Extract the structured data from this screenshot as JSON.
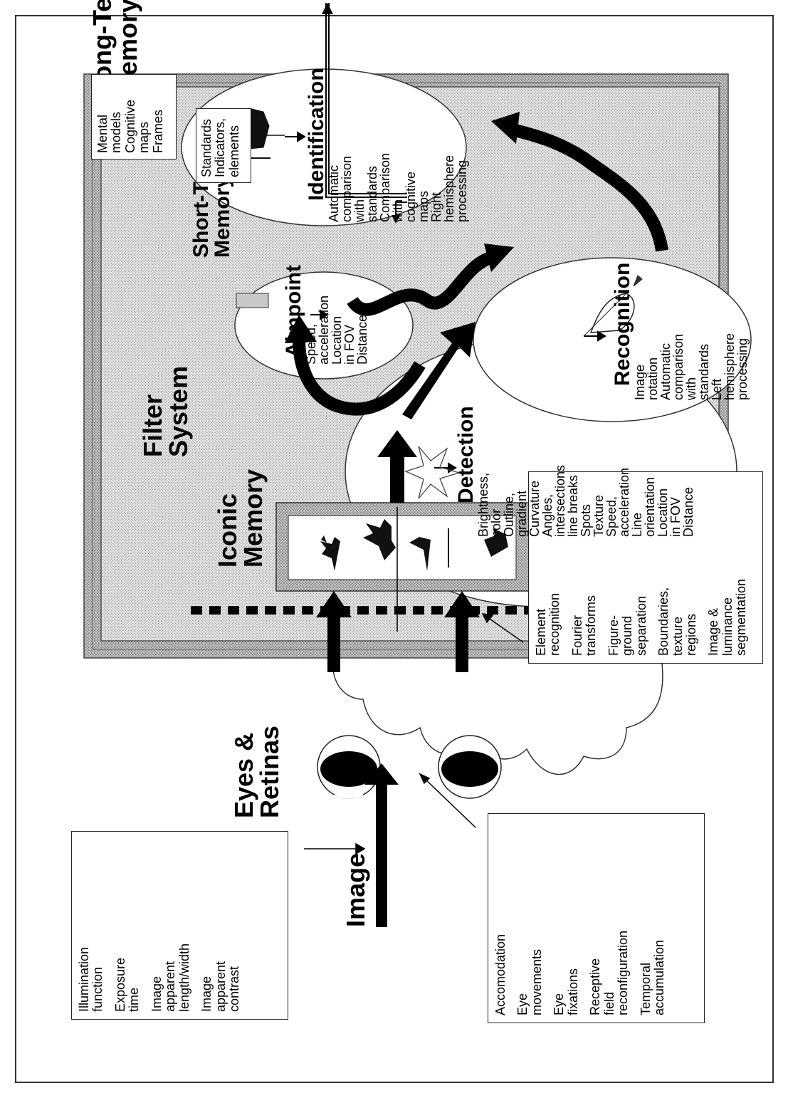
{
  "labels": {
    "image": "Image",
    "eyes_retinas": "Eyes &\nRetinas",
    "iconic_memory": "Iconic\nMemory",
    "filter_system": "Filter\nSystem",
    "short_term_memory": "Short-Term\nMemory",
    "long_term_memory": "Long-Term\nMemory"
  },
  "image_factors_box": [
    "Illumination\nfunction",
    "Exposure\ntime",
    "Image\napparent\nlength/width",
    "Image\napparent\ncontrast"
  ],
  "eye_factors_box": [
    "Accomodation",
    "Eye\nmovements",
    "Eye\nfixations",
    "Receptive\nfield\nreconfiguration",
    "Temporal\naccumulation"
  ],
  "filter_factors_box": [
    "Element\nrecognition",
    "Fourier\ntransforms",
    "Figure-\nground\nseparation",
    "Boundaries,\ntexture\nregions",
    "Image &\nluminance\nsegmentation"
  ],
  "mental_models_box": [
    "Mental",
    "models",
    "Cognitive",
    "maps",
    "Frames"
  ],
  "standards_box": [
    "Standards",
    "Indicators,",
    "elements"
  ],
  "detection": {
    "title": "Detection",
    "items": "Brightness,\ncolor\nOutline,\ngradient\nCurvature\nAngles,\nintersections\nline breaks\nSpots\nTexture\nSpeed,\nacceleration\nLine\norientation\nLocation\nin FOV\nDistance"
  },
  "aimpoint": {
    "title": "Aimpoint",
    "items": "Speed,\nacceleration\nLocation\nin FOV\nDistance"
  },
  "recognition": {
    "title": "Recognition",
    "items": "Image\nrotation\nAutomatic\ncomparison\nwith\nstandards\nLeft\nhemisphere\nprocessing"
  },
  "identification": {
    "title": "Identification",
    "items": "Automatic\ncomparison\nwith\nstandards\nComparison\nwith\ncognitive\nmaps\nRight\nhemisphere\nprocessing"
  },
  "icons": {
    "eye": "eye-icon",
    "scene": "landscape-scene-icon",
    "star": "star-burst-icon",
    "aimpoint": "rectangle-target-icon",
    "helicopter": "helicopter-icon",
    "aircraft": "aircraft-icon"
  },
  "colors": {
    "ltm_fill": "#b0b0b0",
    "stm_fill": "#dedede",
    "ink": "#000000"
  }
}
